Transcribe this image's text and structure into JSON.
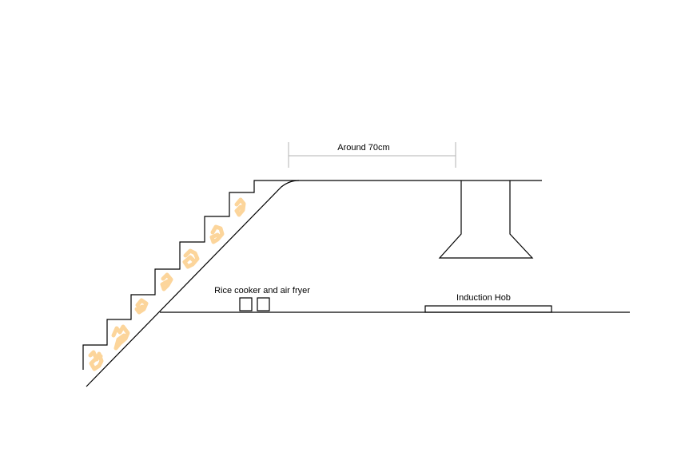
{
  "labels": {
    "dimension": "Around 70cm",
    "appliances": "Rice cooker and air fryer",
    "hob": "Induction Hob"
  },
  "colors": {
    "line": "#000000",
    "dimension_line": "#b3b3b3",
    "highlight": "#fcd59b"
  }
}
